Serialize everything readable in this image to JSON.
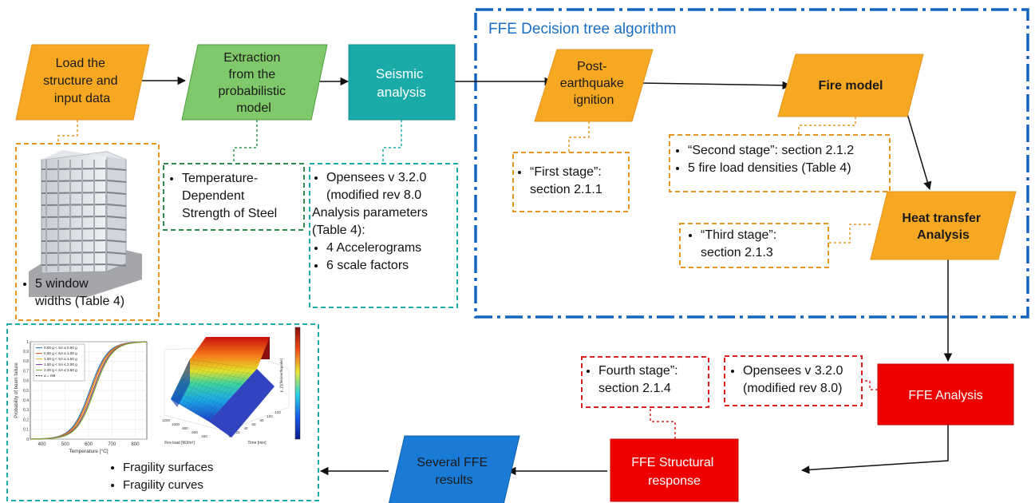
{
  "nodes": {
    "load": [
      "Load the",
      "structure and",
      "input data"
    ],
    "extraction": [
      "Extraction",
      "from the",
      "probabilistic",
      "model"
    ],
    "seismic": [
      "Seismic",
      "analysis"
    ],
    "ignition": [
      "Post-",
      "earthquake",
      "ignition"
    ],
    "fire_model": [
      "Fire model"
    ],
    "heat_transfer": [
      "Heat transfer",
      "Analysis"
    ],
    "ffe_analysis": [
      "FFE Analysis"
    ],
    "ffe_structural": [
      "FFE Structural",
      "response"
    ],
    "several": [
      "Several FFE",
      "results"
    ]
  },
  "region": {
    "title": "FFE Decision tree algorithm"
  },
  "notes": {
    "window": [
      "5 window",
      "widths (Table 4)"
    ],
    "steel": [
      "Temperature-",
      "Dependent",
      "Strength of Steel"
    ],
    "opensees": {
      "item1": [
        "Opensees v 3.2.0",
        "(modified rev 8.0"
      ],
      "params": [
        "Analysis parameters",
        "(Table 4):"
      ],
      "item2": "4 Accelerograms",
      "item3": "6 scale factors"
    },
    "first_stage": [
      "“First stage”:",
      "section 2.1.1"
    ],
    "second_stage": [
      "“Second stage”:  section 2.1.2",
      "5 fire load densities (Table 4)"
    ],
    "third_stage": [
      "“Third stage”:",
      "section 2.1.3"
    ],
    "fourth_stage": [
      "Fourth stage”:",
      "section 2.1.4"
    ],
    "opensees2": [
      "Opensees v 3.2.0",
      "(modified rev 8.0)"
    ],
    "fragility": [
      "Fragility surfaces",
      "Fragility curves"
    ]
  },
  "plot2d": {
    "legend": [
      "0.00 g < SA ≤ 0.50 g",
      "0.50 g < SA ≤ 1.00 g",
      "1.00 g < SA ≤ 1.50 g",
      "1.50 g < SA ≤ 2.00 g",
      "2.00 g < SA ≤ 3.50 g",
      "α = nM"
    ],
    "ylabel": "Probability of beam failure",
    "xlabel": "Temperature [°C]",
    "yticks": [
      "1",
      "0.9",
      "0.8",
      "0.7",
      "0.6",
      "0.5",
      "0.4",
      "0.3",
      "0.2",
      "0.1",
      "0"
    ],
    "xticks": [
      "400",
      "500",
      "600",
      "700",
      "800"
    ],
    "series_colors": [
      "#1f77b4",
      "#d95319",
      "#edb120",
      "#7e2f8e",
      "#77ac30"
    ]
  },
  "plot3d": {
    "zlabel": "p_{f}(fire|earthquake)",
    "xlabel": "Fire load [MJ/m²]",
    "ylabel": "Time [min]",
    "xticks": [
      "1200",
      "1000",
      "800",
      "600",
      "400"
    ],
    "yticks": [
      "0",
      "20",
      "40",
      "60",
      "80",
      "100",
      "120"
    ]
  },
  "colors": {
    "orange": "#f7a823",
    "green": "#7fc96a",
    "teal": "#1aaaa8",
    "red": "#ee0000",
    "blue": "#1a7bd6",
    "region_border": "#1565c0",
    "region_title": "#1a6fc4"
  }
}
